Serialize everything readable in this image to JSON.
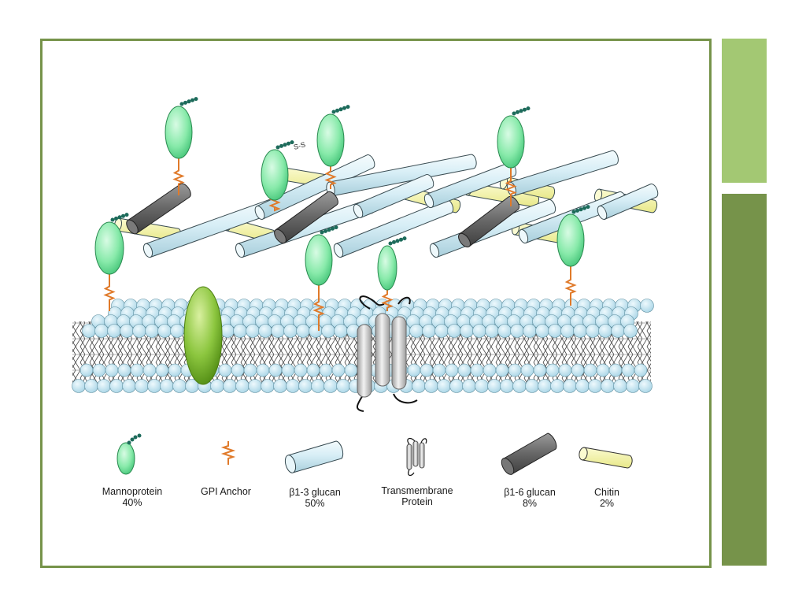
{
  "colors": {
    "frame": "#76934a",
    "accent_light": "#a3c873",
    "accent_dark": "#76934a",
    "mannoprotein": "#7ee6a2",
    "gpi_anchor": "#e07a2a",
    "beta13_glucan": "#d4eef5",
    "beta16_glucan": "#6a6a6a",
    "chitin": "#f2f29a",
    "lipid_head": "#c7e6f2",
    "membrane_protein": "#8cc63f",
    "transmembrane": "#d0d0d0"
  },
  "legend": [
    {
      "key": "mannoprotein",
      "icon": "mannoprotein-icon",
      "name": "Mannoprotein",
      "percent": "40%"
    },
    {
      "key": "gpi",
      "icon": "gpi-anchor-icon",
      "name": "GPI Anchor",
      "percent": ""
    },
    {
      "key": "b13",
      "icon": "beta13-glucan-icon",
      "name": "β1-3 glucan",
      "percent": "50%"
    },
    {
      "key": "tm",
      "icon": "transmembrane-protein-icon",
      "name": "Transmembrane",
      "name2": "Protein"
    },
    {
      "key": "b16",
      "icon": "beta16-glucan-icon",
      "name": "β1-6 glucan",
      "percent": "8%"
    },
    {
      "key": "chitin",
      "icon": "chitin-icon",
      "name": "Chitin",
      "percent": "2%"
    }
  ],
  "diagram_label": "S-S"
}
